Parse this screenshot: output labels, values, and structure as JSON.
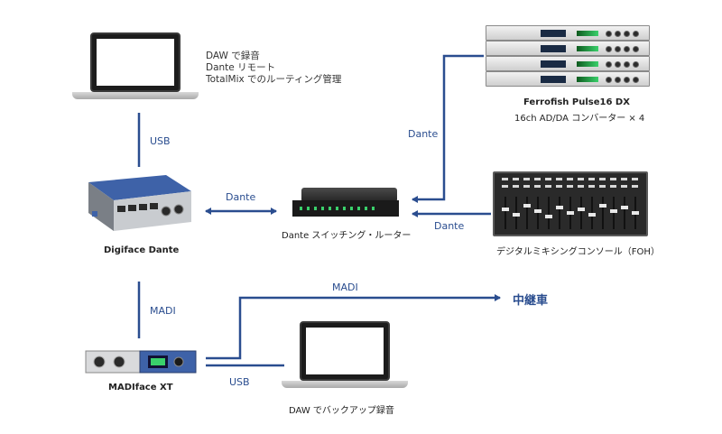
{
  "colors": {
    "line": "#2a4d8f",
    "text": "#222222",
    "accent_blue": "#2a4d8f"
  },
  "laptop_top": {
    "notes": [
      "DAW で録音",
      "Dante リモート",
      "TotalMix でのルーティング管理"
    ]
  },
  "links": {
    "usb_top": "USB",
    "dante_left": "Dante",
    "dante_top_right": "Dante",
    "dante_console": "Dante",
    "madi_vertical": "MADI",
    "madi_out": "MADI",
    "usb_bottom": "USB"
  },
  "devices": {
    "digiface": "Digiface Dante",
    "dante_switch": "Dante スイッチング・ルーター",
    "ferrofish_title": "Ferrofish Pulse16 DX",
    "ferrofish_sub": "16ch AD/DA コンバーター × 4",
    "console": "デジタルミキシングコンソール（FOH）",
    "madiface": "MADIface XT",
    "laptop_bottom": "DAW でバックアップ録音"
  },
  "destination": "中継車"
}
